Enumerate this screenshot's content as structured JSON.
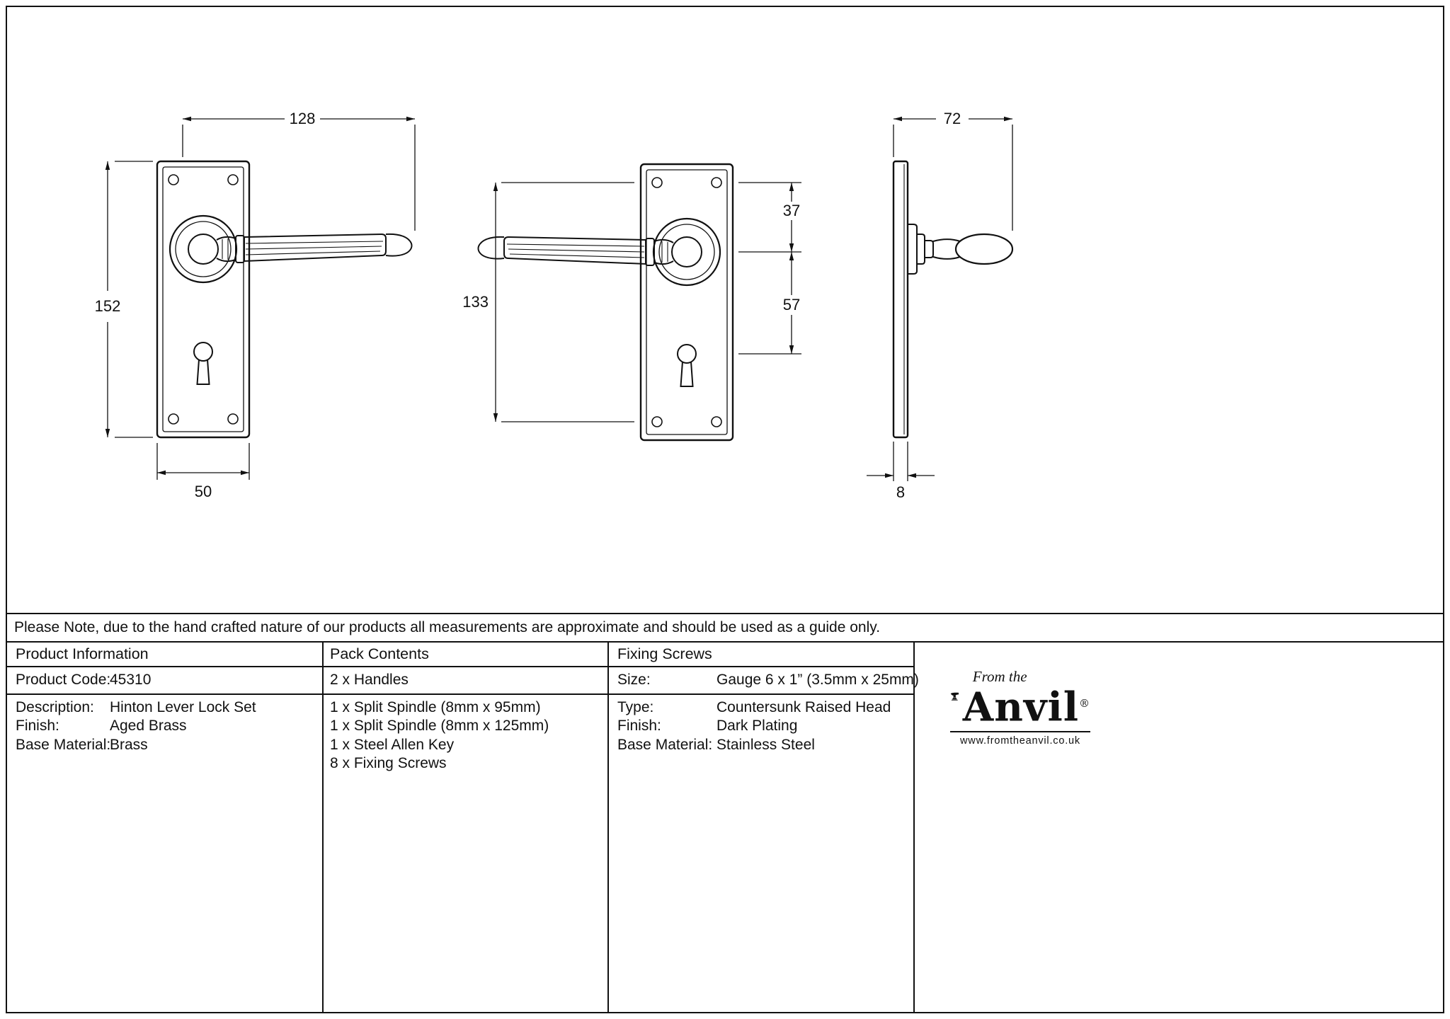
{
  "page": {
    "note": "Please Note, due to the hand crafted nature of our products all measurements are approximate and should be used as a guide only."
  },
  "drawing": {
    "front_external": {
      "length": "128",
      "height": "152",
      "width": "50"
    },
    "front_internal": {
      "screw_centres": "133",
      "screw_to_spindle": "37",
      "spindle_to_keyhole": "57"
    },
    "side": {
      "projection": "72",
      "thickness": "8"
    }
  },
  "table": {
    "product_information": {
      "title": "Product Information",
      "rows": [
        {
          "label": "Product Code:",
          "value": "45310"
        },
        {
          "label": "Description:",
          "value": "Hinton Lever Lock Set"
        },
        {
          "label": "Finish:",
          "value": "Aged Brass"
        },
        {
          "label": "Base Material:",
          "value": "Brass"
        }
      ]
    },
    "pack_contents": {
      "title": "Pack Contents",
      "items": [
        "2 x Handles",
        "1 x Split Spindle (8mm x 95mm)",
        "1 x Split Spindle (8mm x 125mm)",
        "1 x Steel Allen Key",
        "8 x Fixing Screws"
      ]
    },
    "fixing_screws": {
      "title": "Fixing Screws",
      "rows": [
        {
          "label": "Size:",
          "value": "Gauge 6 x 1” (3.5mm x 25mm)"
        },
        {
          "label": "Type:",
          "value": "Countersunk Raised Head"
        },
        {
          "label": "Finish:",
          "value": "Dark Plating"
        },
        {
          "label": "Base Material:",
          "value": "Stainless Steel"
        }
      ]
    }
  },
  "logo": {
    "tagline": "From the",
    "name": "Anvil",
    "registered": "®",
    "url": "www.fromtheanvil.co.uk"
  }
}
